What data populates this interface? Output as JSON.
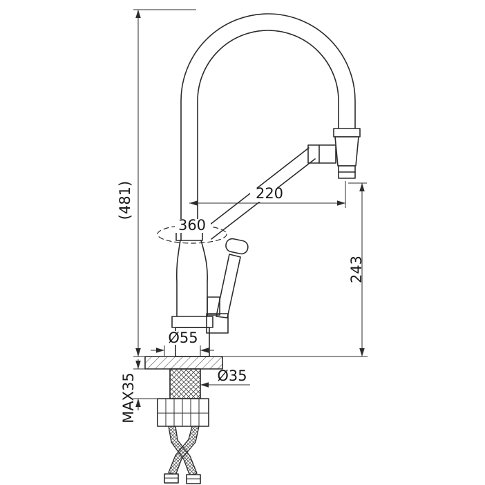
{
  "canvas": {
    "background": "#ffffff",
    "line_color": "#2b2b2b",
    "text_color": "#1a1a1a"
  },
  "labels": {
    "overall_height": "(481)",
    "spout_reach": "220",
    "swivel_rotation": "360",
    "outlet_height": "243",
    "base_diameter": "Ø55",
    "shank_diameter": "Ø35",
    "max_deck_thickness": "MAX35"
  }
}
